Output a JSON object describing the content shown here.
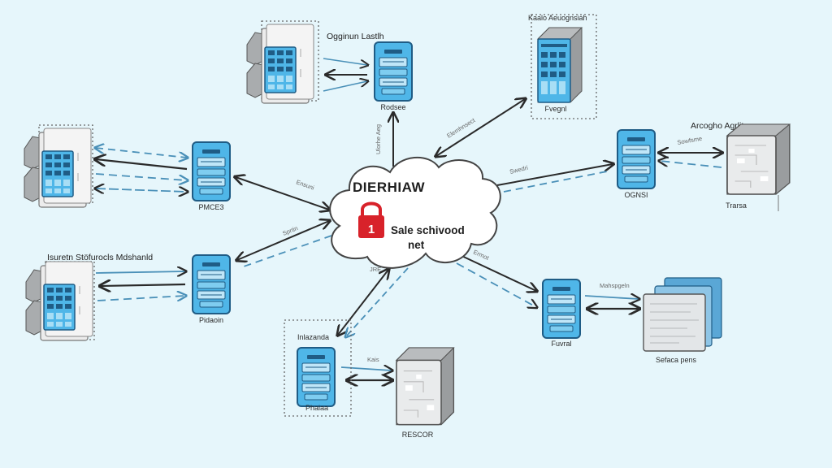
{
  "colors": {
    "background": "#e6f6fb",
    "device_fill": "#4fb6e8",
    "device_border": "#1f5c85",
    "device_panel": "#bfe6f8",
    "arrow_solid": "#2a2a2a",
    "arrow_dashed": "#4a90b8",
    "lock": "#d8222a",
    "cloud_stroke": "#444444",
    "server_gray": "#a9acae"
  },
  "cloud": {
    "title": "DIERHIAW",
    "subtitle_line1": "Sale schivood",
    "subtitle_line2": "net",
    "icon": "lock-icon",
    "lock_digit": "1"
  },
  "nodes": [
    {
      "id": "top-center",
      "label": "Rodsee",
      "type": "device"
    },
    {
      "id": "top-right",
      "label": "Fvegnl",
      "type": "server-rack",
      "group_label": "Kaalo Aeuognsiah"
    },
    {
      "id": "right",
      "label": "OGNSI",
      "type": "device"
    },
    {
      "id": "right-storage",
      "label": "Trarsa",
      "type": "storage-cube",
      "group_label": "Arcogho Agrlita"
    },
    {
      "id": "left-upper",
      "label": "PMCE3",
      "type": "device"
    },
    {
      "id": "left-lower",
      "label": "Pidaoin",
      "type": "device"
    },
    {
      "id": "bottom",
      "label": "Phaiaa",
      "type": "device",
      "group_label": "Inlazanda"
    },
    {
      "id": "bottom-storage",
      "label": "RESCOR",
      "type": "storage-cube"
    },
    {
      "id": "bottom-right",
      "label": "Fuvral",
      "type": "device"
    },
    {
      "id": "bottom-right-storage",
      "label": "Sefaca pens",
      "type": "stacked-panels"
    }
  ],
  "groups": [
    {
      "id": "top-left-cluster",
      "label": "Ogginun Lastlh"
    },
    {
      "id": "left-upper-cluster",
      "label": ""
    },
    {
      "id": "left-lower-cluster",
      "label": "Isuretn Stöfurocls Mdshanld"
    }
  ],
  "edges": [
    {
      "from": "cloud",
      "to": "top-center",
      "label": "Ulorhe Aeg"
    },
    {
      "from": "cloud",
      "to": "top-right",
      "label": "Elemhnsect"
    },
    {
      "from": "cloud",
      "to": "right",
      "label": "Swedri"
    },
    {
      "from": "cloud",
      "to": "left-upper",
      "label": "Ensuni"
    },
    {
      "from": "cloud",
      "to": "left-lower",
      "label": "Sprtin"
    },
    {
      "from": "cloud",
      "to": "bottom",
      "label": "JRE"
    },
    {
      "from": "cloud",
      "to": "bottom-right",
      "label": "Ermot"
    },
    {
      "from": "right",
      "to": "right-storage",
      "label": "Sowfsme"
    },
    {
      "from": "bottom",
      "to": "bottom-storage",
      "label": "Kais"
    },
    {
      "from": "bottom-right",
      "to": "bottom-right-storage",
      "label": "Mahspgeln"
    }
  ]
}
